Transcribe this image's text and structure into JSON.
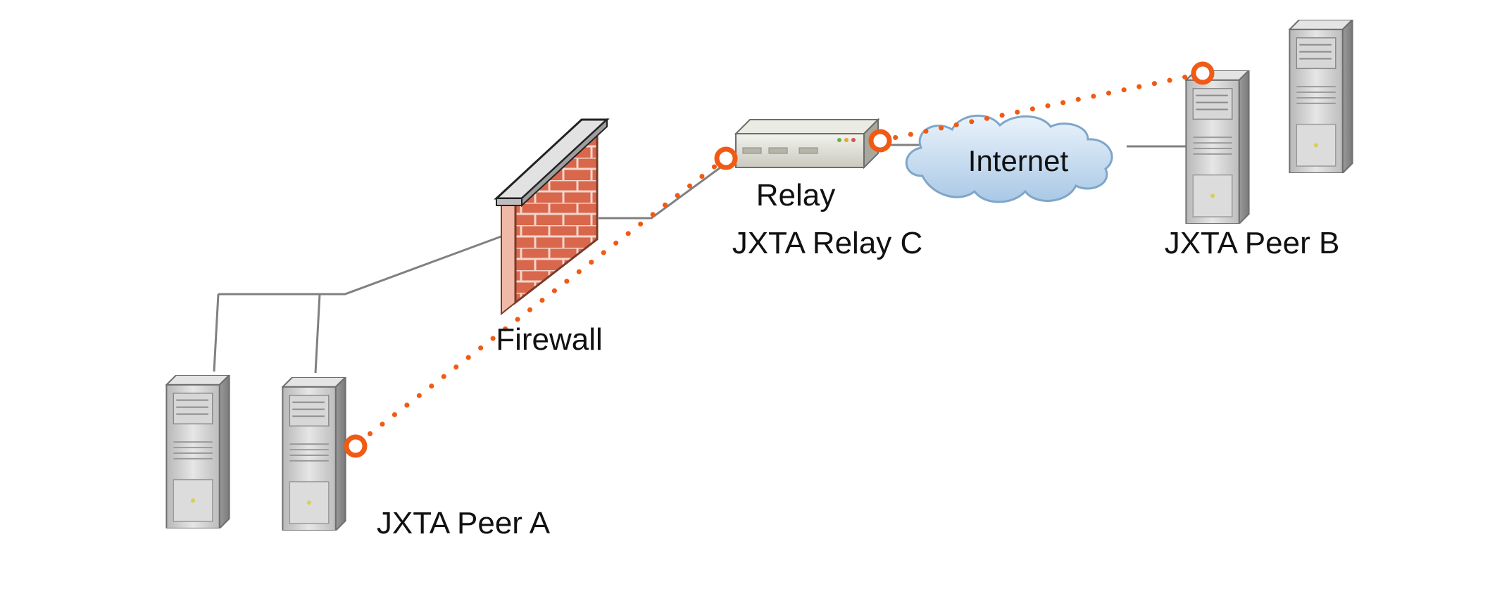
{
  "nodes": {
    "peer_a_label": "JXTA Peer A",
    "firewall_label": "Firewall",
    "relay_device_label": "Relay",
    "relay_label": "JXTA Relay C",
    "internet_label": "Internet",
    "peer_b_label": "JXTA Peer B"
  },
  "colors": {
    "path": "#f05a14",
    "wire": "#808080",
    "brick": "#d9674c",
    "cloud": "#cfe3f4",
    "server": "#c9c9c9"
  },
  "icons": [
    "server-icon",
    "firewall-icon",
    "relay-router-icon",
    "internet-cloud-icon",
    "endpoint-marker-icon"
  ]
}
